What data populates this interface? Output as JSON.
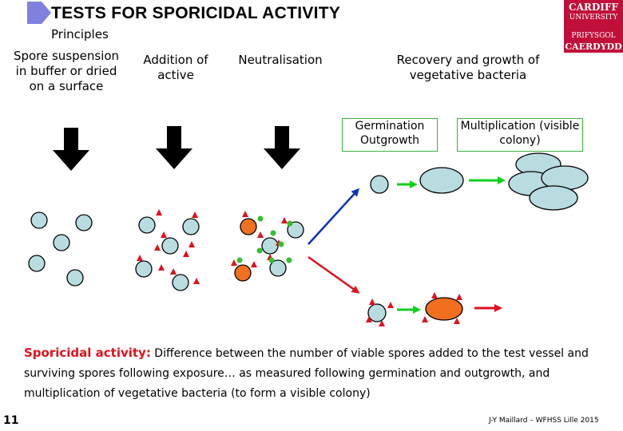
{
  "header": {
    "title": "TESTS FOR SPORICIDAL ACTIVITY",
    "subtitle": "Principles",
    "accent_color": "#8080e0"
  },
  "logo": {
    "line1": "CARDIFF",
    "line2": "UNIVERSITY",
    "line3": "PRIFYSGOL",
    "line4": "CAERDYDD",
    "color": "#c0103a"
  },
  "steps": {
    "spore_suspension": "Spore suspension in buffer or dried on a surface",
    "addition": "Addition of active",
    "neutralisation": "Neutralisation",
    "recovery": "Recovery and growth of vegetative bacteria",
    "germination": "Germination Outgrowth",
    "multiplication": "Multiplication (visible colony)"
  },
  "colors": {
    "spore_fill": "#b8dce0",
    "damaged_spore_fill": "#f07020",
    "active_marker": "#e01020",
    "neutraliser": "#30c030",
    "green_arrow": "#10d020",
    "blue_arrow": "#1030c0",
    "red_arrow": "#e01020"
  },
  "description": {
    "highlight": "Sporicidal activity:",
    "text": " Difference between the number of viable spores added to the test vessel and surviving spores following exposure… as measured following germination and outgrowth, and multiplication of vegetative bacteria (to form a visible colony)"
  },
  "footer": {
    "page_number": "11",
    "credit": "J-Y Maillard – WFHSS Lille 2015"
  }
}
